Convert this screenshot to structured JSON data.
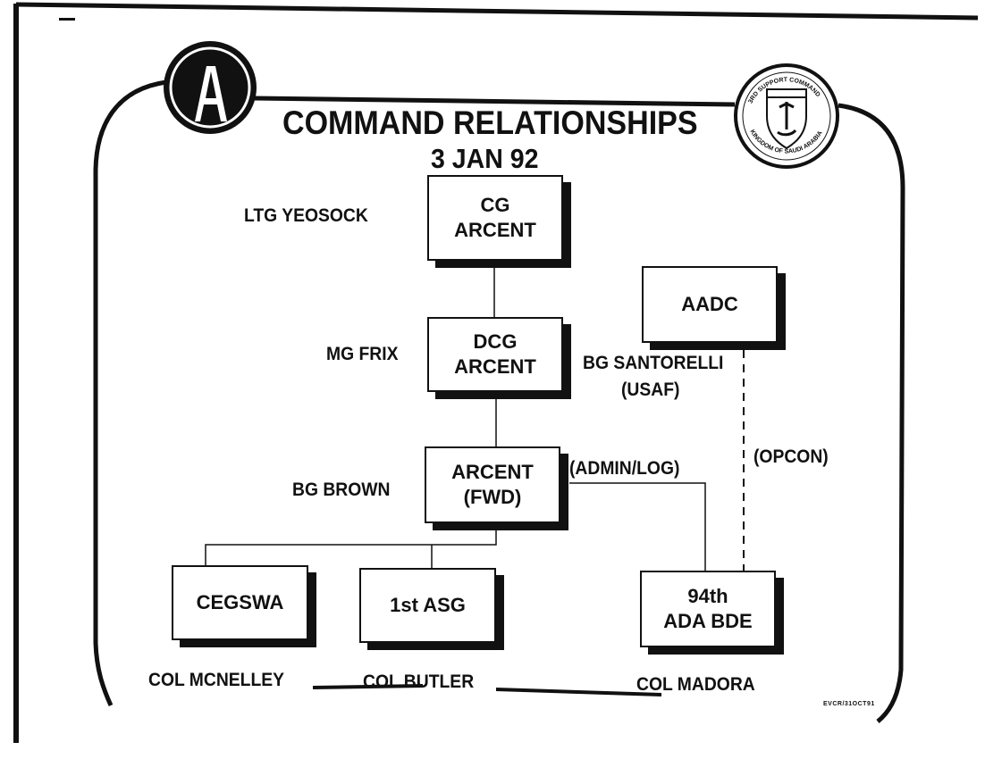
{
  "slide": {
    "title": "COMMAND RELATIONSHIPS",
    "date": "3 JAN 92",
    "emblem_letter": "A",
    "seal_text": "3RD SUPPORT COMMAND KINGDOM OF SAUDI ARABIA",
    "footer_code": "EVCR/31OCT91",
    "colors": {
      "ink": "#111111",
      "paper": "#ffffff"
    }
  },
  "nodes": {
    "cg": {
      "lines": [
        "CG",
        "ARCENT"
      ],
      "commander": "LTG YEOSOCK"
    },
    "dcg": {
      "lines": [
        "DCG",
        "ARCENT"
      ],
      "commander": "MG FRIX"
    },
    "aadc": {
      "lines": [
        "AADC"
      ],
      "commander_line1": "BG SANTORELLI",
      "commander_line2": "(USAF)"
    },
    "fwd": {
      "lines": [
        "ARCENT",
        "(FWD)"
      ],
      "commander": "BG BROWN"
    },
    "cegswa": {
      "lines": [
        "CEGSWA"
      ],
      "commander": "COL MCNELLEY"
    },
    "asg": {
      "lines": [
        "1st ASG"
      ],
      "commander": "COL BUTLER"
    },
    "ada": {
      "lines": [
        "94th",
        "ADA BDE"
      ],
      "commander": "COL MADORA"
    }
  },
  "relationships": {
    "admin_log": "(ADMIN/LOG)",
    "opcon": "(OPCON)"
  }
}
